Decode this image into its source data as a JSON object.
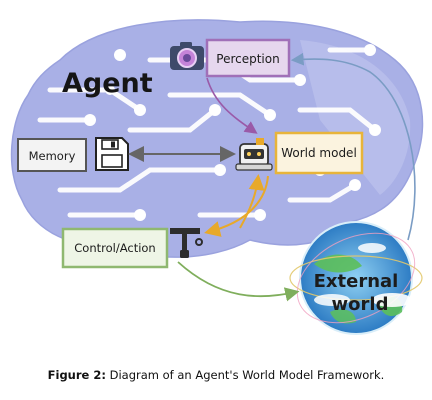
{
  "diagram": {
    "title": "Agent",
    "nodes": {
      "perception": "Perception",
      "memory": "Memory",
      "world_model": "World model",
      "control_action": "Control/Action",
      "external_world_line1": "External",
      "external_world_line2": "world"
    },
    "colors": {
      "cloud": "#a9b0e6",
      "circuit": "#ffffff",
      "perception_border": "#a070b8",
      "memory_border": "#555555",
      "world_model_border": "#e8b43a",
      "control_border": "#8fb870",
      "arrow_purple": "#9a5aa8",
      "arrow_gray": "#666666",
      "arrow_orange": "#e8a92a",
      "arrow_green": "#7fae5c",
      "arrow_blue": "#7a9cc4"
    },
    "icons": [
      "camera-icon",
      "floppy-disk-icon",
      "robot-head-icon",
      "robotic-arm-icon",
      "globe-icon"
    ]
  },
  "caption": {
    "label": "Figure 2:",
    "text": "Diagram of an Agent's World Model Framework."
  }
}
